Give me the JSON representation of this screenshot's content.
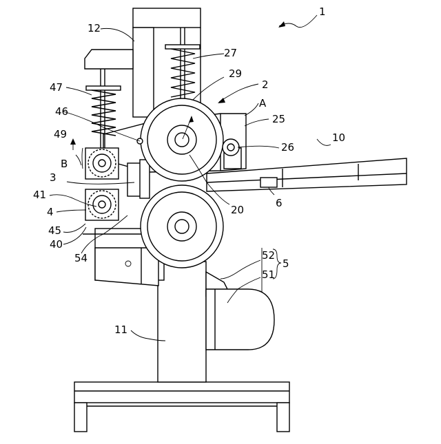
{
  "figure": {
    "labels": {
      "l1": "1",
      "l2": "2",
      "l3": "3",
      "l4": "4",
      "l5": "5",
      "l6": "6",
      "l10": "10",
      "l11": "11",
      "l12": "12",
      "l20": "20",
      "l25": "25",
      "l26": "26",
      "l27": "27",
      "l29": "29",
      "l40": "40",
      "l41": "41",
      "l45": "45",
      "l46": "46",
      "l47": "47",
      "l49": "49",
      "l51": "51",
      "l52": "52",
      "l54": "54",
      "lA": "A",
      "lB": "B"
    }
  }
}
